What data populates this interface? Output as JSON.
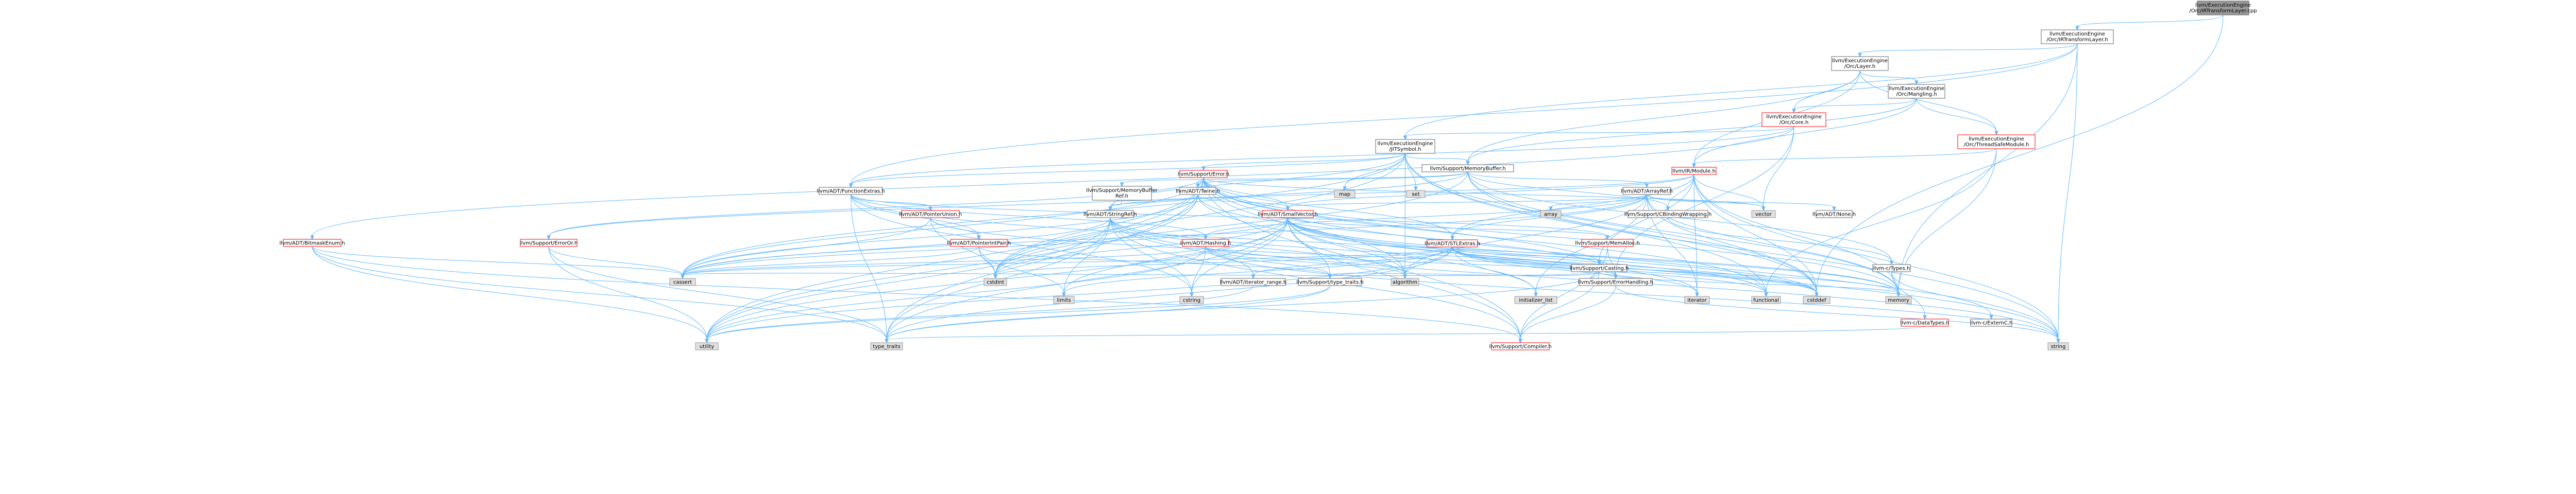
{
  "colors": {
    "root_fill": "#999999",
    "root_border": "#666666",
    "normal_fill": "#ffffff",
    "normal_border": "#666666",
    "truncated_border": "#ff0000",
    "system_fill": "#e0e0e0",
    "system_border": "#999999",
    "edge": "#63b8ff"
  },
  "nodes": [
    {
      "id": "n0",
      "kind": "root",
      "lines": [
        "llvm/ExecutionEngine",
        "/Orc/IRTransformLayer.cpp"
      ]
    },
    {
      "id": "n1",
      "kind": "normal",
      "lines": [
        "llvm/ExecutionEngine",
        "/Orc/IRTransformLayer.h"
      ]
    },
    {
      "id": "n2",
      "kind": "normal",
      "lines": [
        "llvm/ExecutionEngine",
        "/Orc/Layer.h"
      ]
    },
    {
      "id": "n3",
      "kind": "normal",
      "lines": [
        "llvm/ExecutionEngine",
        "/Orc/Mangling.h"
      ]
    },
    {
      "id": "n4",
      "kind": "truncated",
      "lines": [
        "llvm/ExecutionEngine",
        "/Orc/Core.h"
      ]
    },
    {
      "id": "n5",
      "kind": "truncated",
      "lines": [
        "llvm/ExecutionEngine",
        "/Orc/ThreadSafeModule.h"
      ]
    },
    {
      "id": "n6",
      "kind": "normal",
      "lines": [
        "llvm/ExecutionEngine",
        "/JITSymbol.h"
      ]
    },
    {
      "id": "n7",
      "kind": "normal",
      "lines": [
        "llvm/Support/MemoryBuffer.h"
      ]
    },
    {
      "id": "n8",
      "kind": "truncated",
      "lines": [
        "llvm/IR/Module.h"
      ]
    },
    {
      "id": "n9",
      "kind": "truncated",
      "lines": [
        "llvm/Support/Error.h"
      ]
    },
    {
      "id": "n10",
      "kind": "normal",
      "lines": [
        "llvm/ADT/FunctionExtras.h"
      ]
    },
    {
      "id": "n11",
      "kind": "normal",
      "lines": [
        "llvm/ADT/ArrayRef.h"
      ]
    },
    {
      "id": "n12",
      "kind": "normal",
      "lines": [
        "llvm/ADT/Twine.h"
      ]
    },
    {
      "id": "n13",
      "kind": "normal",
      "lines": [
        "llvm/Support/MemoryBuffer",
        "Ref.h"
      ]
    },
    {
      "id": "n14",
      "kind": "normal",
      "lines": [
        "llvm/Support/CBindingWrapping.h"
      ]
    },
    {
      "id": "n15",
      "kind": "normal",
      "lines": [
        "llvm/ADT/StringRef.h"
      ]
    },
    {
      "id": "n16",
      "kind": "truncated",
      "lines": [
        "llvm/ADT/SmallVector.h"
      ]
    },
    {
      "id": "n17",
      "kind": "normal",
      "lines": [
        "llvm/ADT/None.h"
      ]
    },
    {
      "id": "n18",
      "kind": "truncated",
      "lines": [
        "llvm/ADT/BitmaskEnum.h"
      ]
    },
    {
      "id": "n19",
      "kind": "truncated",
      "lines": [
        "llvm/ADT/PointerIntPair.h"
      ]
    },
    {
      "id": "n20",
      "kind": "truncated",
      "lines": [
        "llvm/ADT/PointerUnion.h"
      ]
    },
    {
      "id": "n21",
      "kind": "truncated",
      "lines": [
        "llvm/Support/ErrorOr.h"
      ]
    },
    {
      "id": "n22",
      "kind": "truncated",
      "lines": [
        "llvm/ADT/Hashing.h"
      ]
    },
    {
      "id": "n23",
      "kind": "truncated",
      "lines": [
        "llvm/ADT/STLExtras.h"
      ]
    },
    {
      "id": "n24",
      "kind": "truncated",
      "lines": [
        "llvm/Support/MemAlloc.h"
      ]
    },
    {
      "id": "n25",
      "kind": "normal",
      "lines": [
        "llvm/Support/Casting.h"
      ]
    },
    {
      "id": "n26",
      "kind": "normal",
      "lines": [
        "llvm-c/Types.h"
      ]
    },
    {
      "id": "n27",
      "kind": "normal",
      "lines": [
        "llvm/ADT/iterator_range.h"
      ]
    },
    {
      "id": "n28",
      "kind": "normal",
      "lines": [
        "llvm/Support/type_traits.h"
      ]
    },
    {
      "id": "n29",
      "kind": "normal",
      "lines": [
        "llvm/Support/ErrorHandling.h"
      ]
    },
    {
      "id": "n30",
      "kind": "truncated",
      "lines": [
        "llvm-c/DataTypes.h"
      ]
    },
    {
      "id": "n31",
      "kind": "normal",
      "lines": [
        "llvm-c/ExternC.h"
      ]
    },
    {
      "id": "n32",
      "kind": "truncated",
      "lines": [
        "llvm/Support/Compiler.h"
      ]
    },
    {
      "id": "s_map",
      "kind": "system",
      "lines": [
        "map"
      ]
    },
    {
      "id": "s_set",
      "kind": "system",
      "lines": [
        "set"
      ]
    },
    {
      "id": "s_vector",
      "kind": "system",
      "lines": [
        "vector"
      ]
    },
    {
      "id": "s_array",
      "kind": "system",
      "lines": [
        "array"
      ]
    },
    {
      "id": "s_memory",
      "kind": "system",
      "lines": [
        "memory"
      ]
    },
    {
      "id": "s_string",
      "kind": "system",
      "lines": [
        "string"
      ]
    },
    {
      "id": "s_cstddef",
      "kind": "system",
      "lines": [
        "cstddef"
      ]
    },
    {
      "id": "s_cstdint",
      "kind": "system",
      "lines": [
        "cstdint"
      ]
    },
    {
      "id": "s_cassert",
      "kind": "system",
      "lines": [
        "cassert"
      ]
    },
    {
      "id": "s_algorithm",
      "kind": "system",
      "lines": [
        "algorithm"
      ]
    },
    {
      "id": "s_cstring",
      "kind": "system",
      "lines": [
        "cstring"
      ]
    },
    {
      "id": "s_limits",
      "kind": "system",
      "lines": [
        "limits"
      ]
    },
    {
      "id": "s_initializer_list",
      "kind": "system",
      "lines": [
        "initializer_list"
      ]
    },
    {
      "id": "s_iterator",
      "kind": "system",
      "lines": [
        "iterator"
      ]
    },
    {
      "id": "s_functional",
      "kind": "system",
      "lines": [
        "functional"
      ]
    },
    {
      "id": "s_utility",
      "kind": "system",
      "lines": [
        "utility"
      ]
    },
    {
      "id": "s_type_traits",
      "kind": "system",
      "lines": [
        "type_traits"
      ]
    }
  ],
  "edges": [
    [
      "n0",
      "n1"
    ],
    [
      "n0",
      "s_cstddef"
    ],
    [
      "n1",
      "n2"
    ],
    [
      "n1",
      "n6"
    ],
    [
      "n1",
      "n10"
    ],
    [
      "n1",
      "s_memory"
    ],
    [
      "n1",
      "s_string"
    ],
    [
      "n2",
      "n3"
    ],
    [
      "n2",
      "n4"
    ],
    [
      "n2",
      "n5"
    ],
    [
      "n2",
      "n7"
    ],
    [
      "n2",
      "n8"
    ],
    [
      "n3",
      "n4"
    ],
    [
      "n3",
      "n5"
    ],
    [
      "n3",
      "n7"
    ],
    [
      "n3",
      "n8"
    ],
    [
      "n4",
      "n6"
    ],
    [
      "n4",
      "n18"
    ],
    [
      "n4",
      "n10"
    ],
    [
      "n4",
      "s_vector"
    ],
    [
      "n4",
      "n29"
    ],
    [
      "n5",
      "n8"
    ],
    [
      "n5",
      "s_memory"
    ],
    [
      "n5",
      "s_functional"
    ],
    [
      "n6",
      "n9"
    ],
    [
      "n6",
      "n10"
    ],
    [
      "n6",
      "n15"
    ],
    [
      "n6",
      "s_map"
    ],
    [
      "n6",
      "s_set"
    ],
    [
      "n6",
      "s_string"
    ],
    [
      "n6",
      "s_cstdint"
    ],
    [
      "n6",
      "s_cassert"
    ],
    [
      "n6",
      "s_algorithm"
    ],
    [
      "n6",
      "s_functional"
    ],
    [
      "n6",
      "s_cstddef"
    ],
    [
      "n6",
      "n7"
    ],
    [
      "n7",
      "n13"
    ],
    [
      "n7",
      "n14"
    ],
    [
      "n7",
      "n11"
    ],
    [
      "n7",
      "n12"
    ],
    [
      "n7",
      "n26"
    ],
    [
      "n7",
      "n21"
    ],
    [
      "n7",
      "s_memory"
    ],
    [
      "n7",
      "s_cstddef"
    ],
    [
      "n7",
      "s_cstdint"
    ],
    [
      "n8",
      "n16"
    ],
    [
      "n8",
      "n15"
    ],
    [
      "n8",
      "n23"
    ],
    [
      "n8",
      "s_vector"
    ],
    [
      "n8",
      "s_memory"
    ],
    [
      "n8",
      "s_string"
    ],
    [
      "n8",
      "s_cstddef"
    ],
    [
      "n8",
      "s_iterator"
    ],
    [
      "n8",
      "n25"
    ],
    [
      "n8",
      "n14"
    ],
    [
      "n9",
      "n12"
    ],
    [
      "n9",
      "n23"
    ],
    [
      "n9",
      "n29"
    ],
    [
      "n9",
      "n32"
    ],
    [
      "n9",
      "n21"
    ],
    [
      "n9",
      "s_cassert"
    ],
    [
      "n9",
      "s_cstdint"
    ],
    [
      "n9",
      "s_memory"
    ],
    [
      "n9",
      "s_string"
    ],
    [
      "n9",
      "s_vector"
    ],
    [
      "n9",
      "s_functional"
    ],
    [
      "n9",
      "s_algorithm"
    ],
    [
      "n9",
      "s_type_traits"
    ],
    [
      "n9",
      "s_utility"
    ],
    [
      "n9",
      "n16"
    ],
    [
      "n10",
      "n20"
    ],
    [
      "n10",
      "n19"
    ],
    [
      "n10",
      "n22"
    ],
    [
      "n10",
      "n24"
    ],
    [
      "n10",
      "s_memory"
    ],
    [
      "n10",
      "s_type_traits"
    ],
    [
      "n10",
      "s_cstring"
    ],
    [
      "n11",
      "n22"
    ],
    [
      "n11",
      "n17"
    ],
    [
      "n11",
      "n16"
    ],
    [
      "n11",
      "n23"
    ],
    [
      "n11",
      "s_vector"
    ],
    [
      "n11",
      "s_array"
    ],
    [
      "n11",
      "s_memory"
    ],
    [
      "n11",
      "s_iterator"
    ],
    [
      "n11",
      "s_algorithm"
    ],
    [
      "n11",
      "s_cassert"
    ],
    [
      "n11",
      "s_cstddef"
    ],
    [
      "n11",
      "s_initializer_list"
    ],
    [
      "n12",
      "n16"
    ],
    [
      "n12",
      "n15"
    ],
    [
      "n12",
      "n29"
    ],
    [
      "n12",
      "s_cassert"
    ],
    [
      "n12",
      "s_cstdint"
    ],
    [
      "n12",
      "s_string"
    ],
    [
      "n12",
      "s_utility"
    ],
    [
      "n13",
      "n15"
    ],
    [
      "n14",
      "n26"
    ],
    [
      "n15",
      "n27"
    ],
    [
      "n15",
      "n32"
    ],
    [
      "n15",
      "s_algorithm"
    ],
    [
      "n15",
      "s_cassert"
    ],
    [
      "n15",
      "s_cstddef"
    ],
    [
      "n15",
      "s_cstring"
    ],
    [
      "n15",
      "s_limits"
    ],
    [
      "n15",
      "s_string"
    ],
    [
      "n15",
      "s_type_traits"
    ],
    [
      "n15",
      "s_utility"
    ],
    [
      "n16",
      "n32"
    ],
    [
      "n16",
      "n28"
    ],
    [
      "n16",
      "s_algorithm"
    ],
    [
      "n16",
      "s_cassert"
    ],
    [
      "n16",
      "s_cstddef"
    ],
    [
      "n16",
      "s_cstdint"
    ],
    [
      "n16",
      "s_cstring"
    ],
    [
      "n16",
      "s_functional"
    ],
    [
      "n16",
      "s_initializer_list"
    ],
    [
      "n16",
      "s_iterator"
    ],
    [
      "n16",
      "s_limits"
    ],
    [
      "n16",
      "s_memory"
    ],
    [
      "n16",
      "s_type_traits"
    ],
    [
      "n16",
      "s_utility"
    ],
    [
      "n16",
      "n24"
    ],
    [
      "n18",
      "n32"
    ],
    [
      "n18",
      "s_cassert"
    ],
    [
      "n18",
      "s_type_traits"
    ],
    [
      "n18",
      "s_utility"
    ],
    [
      "n19",
      "n28"
    ],
    [
      "n19",
      "s_cassert"
    ],
    [
      "n19",
      "s_cstdint"
    ],
    [
      "n19",
      "s_limits"
    ],
    [
      "n20",
      "n19"
    ],
    [
      "n20",
      "s_cassert"
    ],
    [
      "n20",
      "s_cstddef"
    ],
    [
      "n20",
      "s_cstdint"
    ],
    [
      "n21",
      "s_cassert"
    ],
    [
      "n21",
      "s_type_traits"
    ],
    [
      "n21",
      "s_utility"
    ],
    [
      "n22",
      "n29"
    ],
    [
      "n22",
      "n28"
    ],
    [
      "n22",
      "s_algorithm"
    ],
    [
      "n22",
      "s_cassert"
    ],
    [
      "n22",
      "s_cstring"
    ],
    [
      "n22",
      "s_string"
    ],
    [
      "n22",
      "s_utility"
    ],
    [
      "n23",
      "n27"
    ],
    [
      "n23",
      "n25"
    ],
    [
      "n23",
      "n29"
    ],
    [
      "n23",
      "s_algorithm"
    ],
    [
      "n23",
      "s_cassert"
    ],
    [
      "n23",
      "s_cstddef"
    ],
    [
      "n23",
      "s_cstdint"
    ],
    [
      "n23",
      "s_functional"
    ],
    [
      "n23",
      "s_initializer_list"
    ],
    [
      "n23",
      "s_iterator"
    ],
    [
      "n23",
      "s_limits"
    ],
    [
      "n23",
      "s_memory"
    ],
    [
      "n23",
      "s_type_traits"
    ],
    [
      "n23",
      "s_utility"
    ],
    [
      "n24",
      "n32"
    ],
    [
      "n24",
      "n29"
    ],
    [
      "n25",
      "n28"
    ],
    [
      "n25",
      "n32"
    ],
    [
      "n25",
      "s_cassert"
    ],
    [
      "n25",
      "s_memory"
    ],
    [
      "n25",
      "s_type_traits"
    ],
    [
      "n26",
      "n30"
    ],
    [
      "n26",
      "n31"
    ],
    [
      "n27",
      "s_utility"
    ],
    [
      "n28",
      "s_type_traits"
    ],
    [
      "n28",
      "s_utility"
    ],
    [
      "n29",
      "n32"
    ],
    [
      "n29",
      "s_string"
    ],
    [
      "n30",
      "s_type_traits"
    ]
  ]
}
